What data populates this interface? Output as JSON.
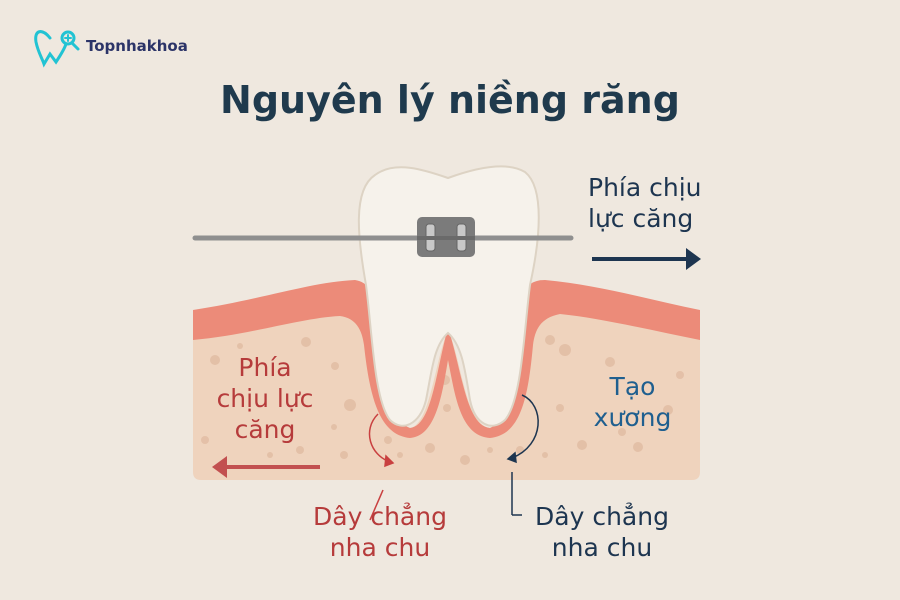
{
  "brand": {
    "name": "Topnhakhoa",
    "logo_icon": "tooth-logo-icon"
  },
  "title": "Nguyên lý niềng răng",
  "labels": {
    "right_top": [
      "Phía chịu",
      "lực căng"
    ],
    "left": [
      "Phía",
      "chịu lực",
      "căng"
    ],
    "bone_formation": [
      "Tạo",
      "xương"
    ],
    "ligament_left": [
      "Dây chẳng",
      "nha chu"
    ],
    "ligament_right": [
      "Dây chẳng",
      "nha chu"
    ]
  },
  "colors": {
    "background": "#efe8df",
    "gum": "#ec8b79",
    "bone": "#efd3bd",
    "title": "#1f3a4d",
    "red": "#b63b3b",
    "blue": "#1f5f8f"
  }
}
